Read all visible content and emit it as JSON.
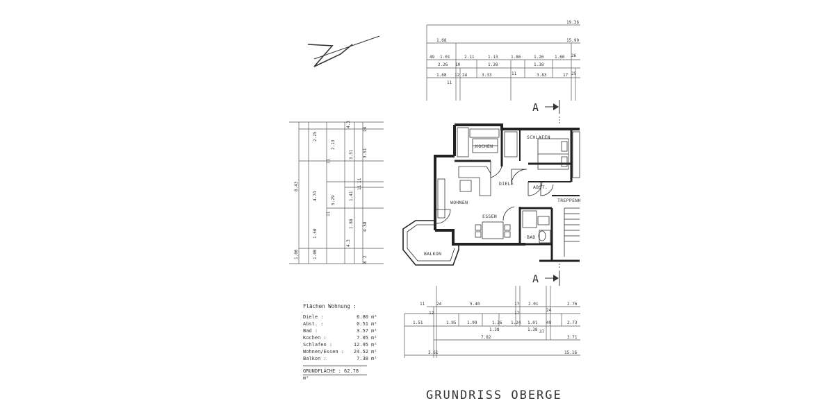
{
  "title": "GRUNDRISS  OBERGE",
  "section_marker": "A",
  "rooms": {
    "kochen": "KOCHEN",
    "schlafen": "SCHLAFEN",
    "diele": "DIELE",
    "abst": "ABST.",
    "treppenh": "TREPPENH",
    "wohnen": "WOHNEN",
    "essen": "ESSEN",
    "bad": "BAD",
    "balkon": "BALKON"
  },
  "top_dimensions": {
    "row1": [
      "19.36"
    ],
    "row2": [
      "1.68",
      "15.99"
    ],
    "row3": [
      "49",
      "1.01",
      "2.11",
      "1.13",
      "1.86",
      "1.26",
      "1.60",
      "26"
    ],
    "row4": [
      "2.26",
      "10",
      "1.38",
      "1.38"
    ],
    "row5": [
      "1.68",
      "12",
      "24",
      "3.33",
      "11",
      "3.83",
      "17",
      "25"
    ],
    "row6": [
      "11"
    ]
  },
  "left_dimensions": {
    "outer": [
      "8.43",
      "1.00"
    ],
    "col2": [
      "2.25",
      "4.74",
      "1.50",
      "1.00"
    ],
    "col3": [
      "2.13",
      "5.29",
      "11",
      "11"
    ],
    "col4": [
      "4.3",
      "3.51",
      "1.41",
      "1.88",
      "4.3"
    ],
    "col5": [
      "3.51",
      "4.58",
      "24",
      "11",
      "11",
      "2",
      "8"
    ]
  },
  "bottom_dimensions": {
    "row1": [
      "11",
      "24",
      "5.40",
      "17",
      "2.01",
      "24",
      "2.76"
    ],
    "row2": [
      "12",
      "17"
    ],
    "row3": [
      "1.51",
      "1.95",
      "1.99",
      "1.26",
      "1.24",
      "1.01",
      "49",
      "2.73"
    ],
    "row4": [
      "1.38",
      "1.38",
      "37"
    ],
    "row5": [
      "7.82",
      "3.71"
    ],
    "row6": [
      "3.61",
      "15.16"
    ]
  },
  "areas": {
    "heading": "Flächen Wohnung :",
    "unit": "m²",
    "rows": [
      {
        "name": "Diele :",
        "value": "6.80"
      },
      {
        "name": "Abst. :",
        "value": "0.51"
      },
      {
        "name": "Bad :",
        "value": "3.57"
      },
      {
        "name": "Kochen :",
        "value": "7.05"
      },
      {
        "name": "Schlafen :",
        "value": "12.95"
      },
      {
        "name": "Wohnen/Essen :",
        "value": "24.52"
      },
      {
        "name": "Balkon :",
        "value": "7.38"
      }
    ],
    "total_label": "GRUNDFLÄCHE :",
    "total_value": "62.78"
  }
}
